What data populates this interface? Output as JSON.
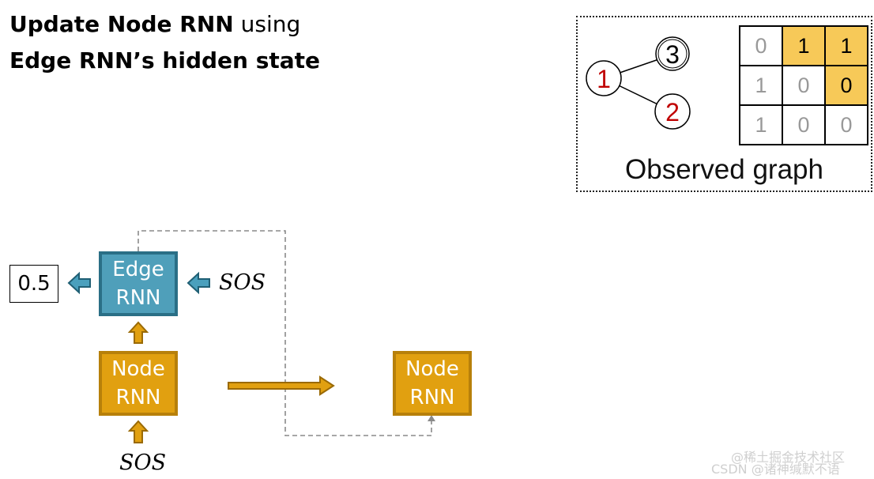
{
  "title": {
    "line1_bold": "Update Node RNN",
    "line1_rest": " using",
    "line2_bold": "Edge RNN’s hidden state"
  },
  "observed_graph": {
    "label": "Observed graph",
    "nodes": [
      {
        "id": "1",
        "color": "#c00000"
      },
      {
        "id": "3",
        "color": "#000000"
      },
      {
        "id": "2",
        "color": "#c00000"
      }
    ],
    "matrix": [
      [
        {
          "v": "0",
          "style": "gray"
        },
        {
          "v": "1",
          "style": "hl"
        },
        {
          "v": "1",
          "style": "hl"
        }
      ],
      [
        {
          "v": "1",
          "style": "gray"
        },
        {
          "v": "0",
          "style": "gray"
        },
        {
          "v": "0",
          "style": "hl"
        }
      ],
      [
        {
          "v": "1",
          "style": "gray"
        },
        {
          "v": "0",
          "style": "gray"
        },
        {
          "v": "0",
          "style": "gray"
        }
      ]
    ]
  },
  "diagram": {
    "edge_rnn_line1": "Edge",
    "edge_rnn_line2": "RNN",
    "node_rnn_line1": "Node",
    "node_rnn_line2": "RNN",
    "output_value": "0.5",
    "sos_input_edge": "SOS",
    "sos_input_node": "SOS",
    "colors": {
      "edge_fill": "#4f9fba",
      "node_fill": "#e1a010",
      "arrow_gold": "#d89b0a",
      "arrow_teal": "#2e7a92"
    }
  },
  "watermark": {
    "line1": "@稀土掘金技术社区",
    "line2": "CSDN @诸神缄默不语"
  }
}
